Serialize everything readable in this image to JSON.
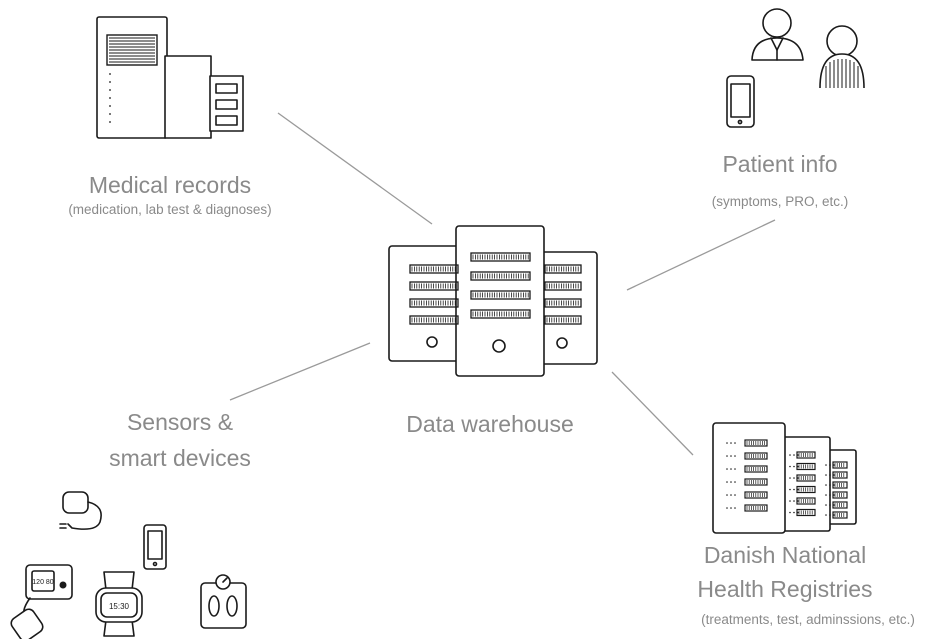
{
  "nodes": {
    "medical": {
      "title": "Medical records",
      "subtitle": "(medication, lab test & diagnoses)"
    },
    "patient": {
      "title": "Patient info",
      "subtitle": "(symptoms, PRO, etc.)"
    },
    "sensors": {
      "line1": "Sensors &",
      "line2": "smart devices"
    },
    "warehouse": {
      "title": "Data warehouse"
    },
    "registries": {
      "line1": "Danish National",
      "line2": "Health Registries",
      "subtitle": "(treatments, test, adminssions, etc.)"
    }
  },
  "device_readouts": {
    "monitor": "120 80",
    "watch": "15:30"
  },
  "colors": {
    "ink": "#1a1a1a",
    "label": "#8a8a8a",
    "connector": "#9a9a9a",
    "background": "#ffffff"
  }
}
